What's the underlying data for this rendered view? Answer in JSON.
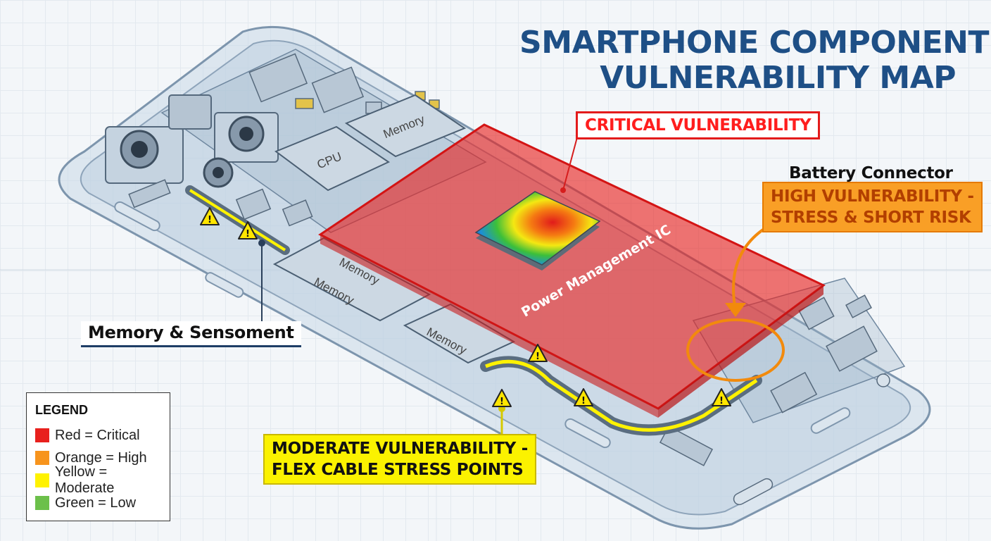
{
  "title": {
    "line1": "SMARTPHONE COMPONENT",
    "line2": "VULNERABILITY MAP"
  },
  "callouts": {
    "critical": "CRITICAL VULNERABILITY",
    "battery_connector": "Battery Connector",
    "high_line1": "HIGH VULNERABILITY -",
    "high_line2": "STRESS & SHORT RISK",
    "memory_sensor": "Memory & Sensoment",
    "moderate_line1": "MODERATE VULNERABILITY -",
    "moderate_line2": "FLEX CABLE STRESS POINTS"
  },
  "components": {
    "cpu": "CPU",
    "memory": "Memory",
    "pmic": "Power Management IC"
  },
  "legend": {
    "title": "LEGEND",
    "items": [
      {
        "label": "Red = Critical",
        "color": "#e8201d"
      },
      {
        "label": "Orange = High",
        "color": "#f7941d"
      },
      {
        "label": "Yellow = Moderate",
        "color": "#fff200"
      },
      {
        "label": "Green = Low",
        "color": "#6cc04a"
      }
    ]
  },
  "colors": {
    "critical": "#e8201d",
    "high": "#f7941d",
    "moderate": "#fff200",
    "title": "#1e4f86"
  },
  "icons": [
    "warning-icon",
    "camera-lens-icon"
  ]
}
